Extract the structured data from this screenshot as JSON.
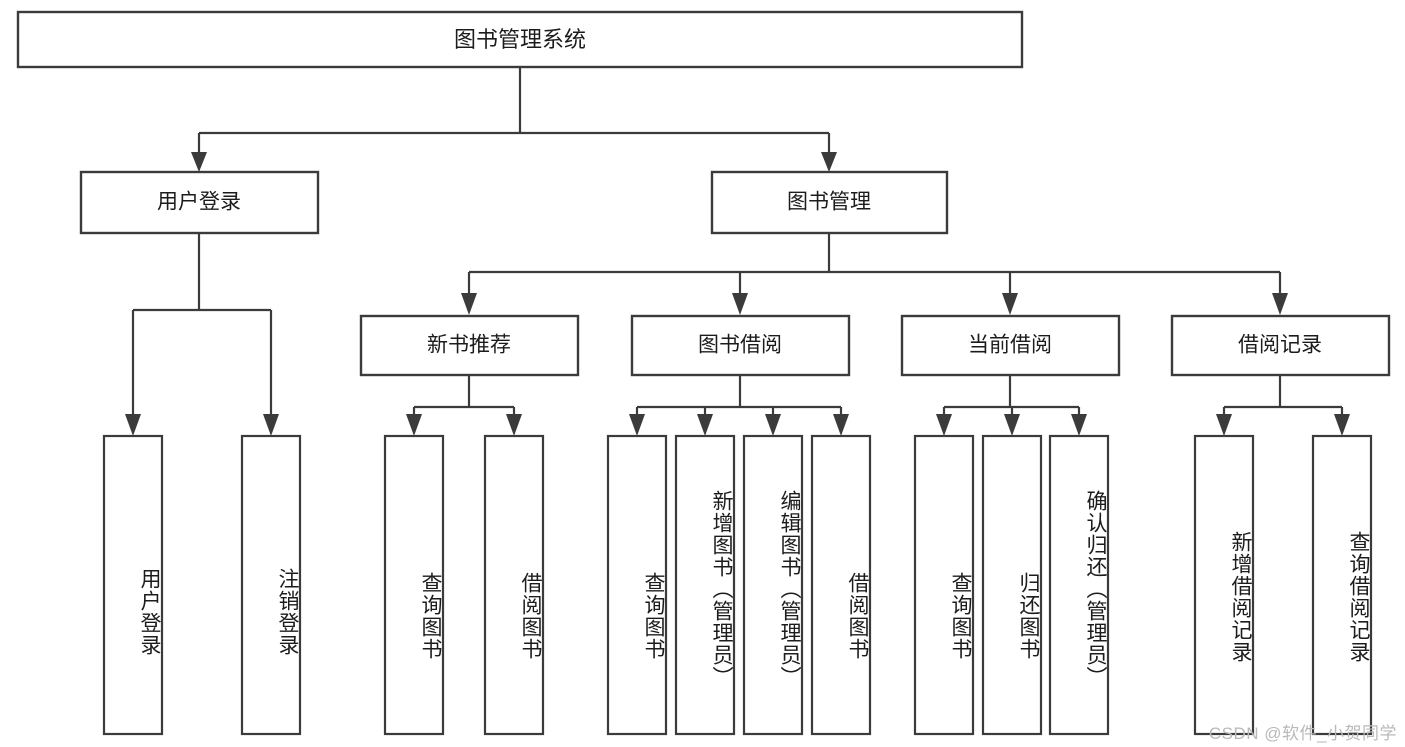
{
  "diagram": {
    "title": "图书管理系统",
    "type": "hierarchy-tree",
    "orientation": "top-down",
    "colors": {
      "box_stroke": "#3b3b3b",
      "box_fill": "#ffffff",
      "link": "#3b3b3b",
      "text": "#1c1c1c",
      "background": "#ffffff",
      "watermark": "#b9b9b9"
    },
    "root": {
      "label": "图书管理系统",
      "name": "root-node"
    },
    "level2": [
      {
        "label": "用户登录",
        "name": "node-user-login"
      },
      {
        "label": "图书管理",
        "name": "node-book-management"
      }
    ],
    "level3": [
      {
        "label": "新书推荐",
        "name": "node-new-book-recommend"
      },
      {
        "label": "图书借阅",
        "name": "node-book-borrow"
      },
      {
        "label": "当前借阅",
        "name": "node-current-borrow"
      },
      {
        "label": "借阅记录",
        "name": "node-borrow-record"
      }
    ],
    "leaves": {
      "user_login": [
        {
          "label": "用户登录",
          "name": "leaf-user-login"
        },
        {
          "label": "注销登录",
          "name": "leaf-logout"
        }
      ],
      "new_book_recommend": [
        {
          "label": "查询图书",
          "name": "leaf-query-book-1"
        },
        {
          "label": "借阅图书",
          "name": "leaf-borrow-book-1"
        }
      ],
      "book_borrow": [
        {
          "label": "查询图书",
          "name": "leaf-query-book-2"
        },
        {
          "label": "新增图书（管理员）",
          "name": "leaf-add-book-admin"
        },
        {
          "label": "编辑图书（管理员）",
          "name": "leaf-edit-book-admin"
        },
        {
          "label": "借阅图书",
          "name": "leaf-borrow-book-2"
        }
      ],
      "current_borrow": [
        {
          "label": "查询图书",
          "name": "leaf-query-book-3"
        },
        {
          "label": "归还图书",
          "name": "leaf-return-book"
        },
        {
          "label": "确认归还（管理员）",
          "name": "leaf-confirm-return-admin"
        }
      ],
      "borrow_record": [
        {
          "label": "新增借阅记录",
          "name": "leaf-add-borrow-record"
        },
        {
          "label": "查询借阅记录",
          "name": "leaf-query-borrow-record"
        }
      ]
    }
  },
  "watermark": {
    "text": "CSDN @软件_小贺同学"
  }
}
